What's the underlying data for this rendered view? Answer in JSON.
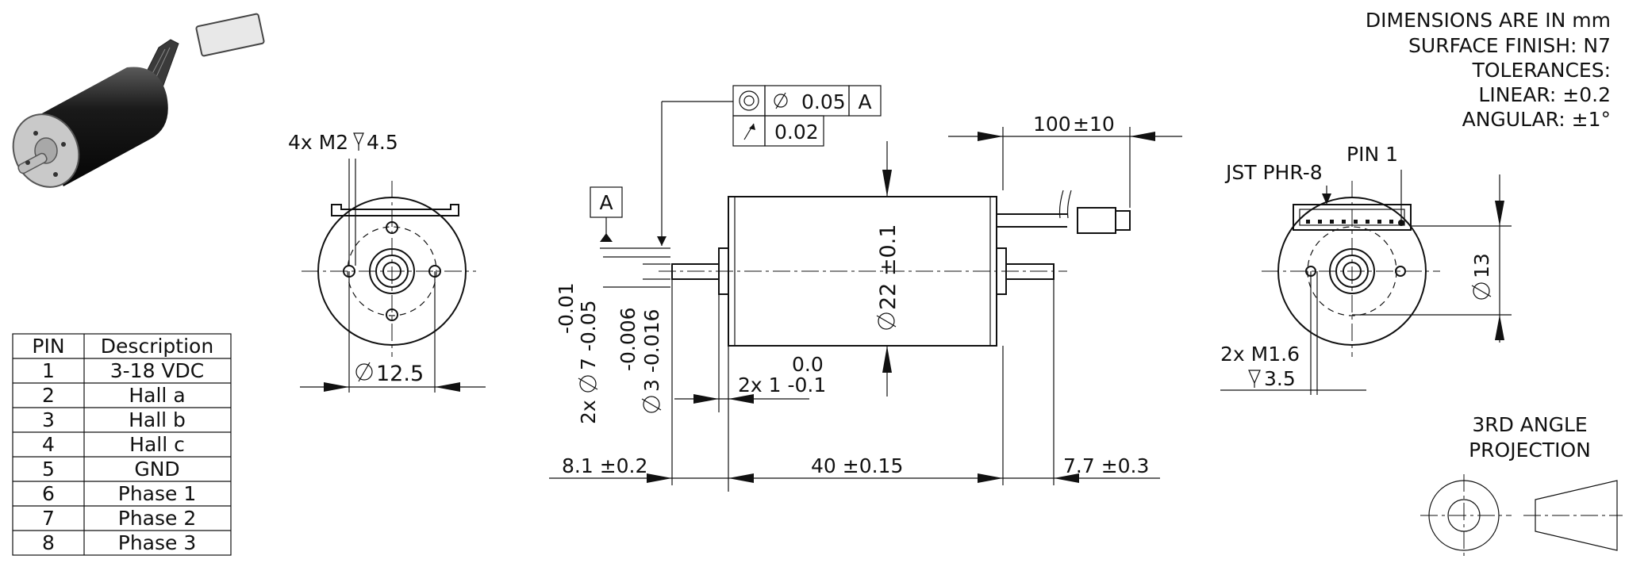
{
  "notes": {
    "line1": "DIMENSIONS ARE IN mm",
    "line2": "SURFACE FINISH: N7",
    "line3": "TOLERANCES:",
    "line4": "LINEAR: ±0.2",
    "line5": "ANGULAR: ±1°"
  },
  "pin_table": {
    "header_pin": "PIN",
    "header_desc": "Description",
    "rows": [
      {
        "pin": "1",
        "desc": "3-18 VDC"
      },
      {
        "pin": "2",
        "desc": "Hall a"
      },
      {
        "pin": "3",
        "desc": "Hall b"
      },
      {
        "pin": "4",
        "desc": "Hall c"
      },
      {
        "pin": "5",
        "desc": "GND"
      },
      {
        "pin": "6",
        "desc": "Phase 1"
      },
      {
        "pin": "7",
        "desc": "Phase 2"
      },
      {
        "pin": "8",
        "desc": "Phase 3"
      }
    ]
  },
  "front_view": {
    "thread_callout": "4x M2",
    "thread_depth": "4.5",
    "diameter": "12.5"
  },
  "side_view": {
    "datum": "A",
    "fcf_row1_tol": "0.05",
    "fcf_row1_datum": "A",
    "fcf_row2_tol": "0.02",
    "body_diameter": "22 ±0.1",
    "cable_length": "100",
    "cable_tol": "±10",
    "shaft_step_upper": "-0.01",
    "shaft_step_lower": "7 -0.05",
    "shaft_step_prefix": "2x",
    "shaft_upper": "-0.006",
    "shaft_lower": "3 -0.016",
    "flange_upper": "0.0",
    "flange_lower": "2x 1 -0.1",
    "len_left": "8.1 ±0.2",
    "len_body": "40 ±0.15",
    "len_right": "7.7 ±0.3"
  },
  "rear_view": {
    "pin1": "PIN 1",
    "connector": "JST PHR-8",
    "diameter": "13",
    "thread_callout": "2x M1.6",
    "thread_depth": "3.5"
  },
  "projection": {
    "line1": "3RD ANGLE",
    "line2": "PROJECTION"
  }
}
